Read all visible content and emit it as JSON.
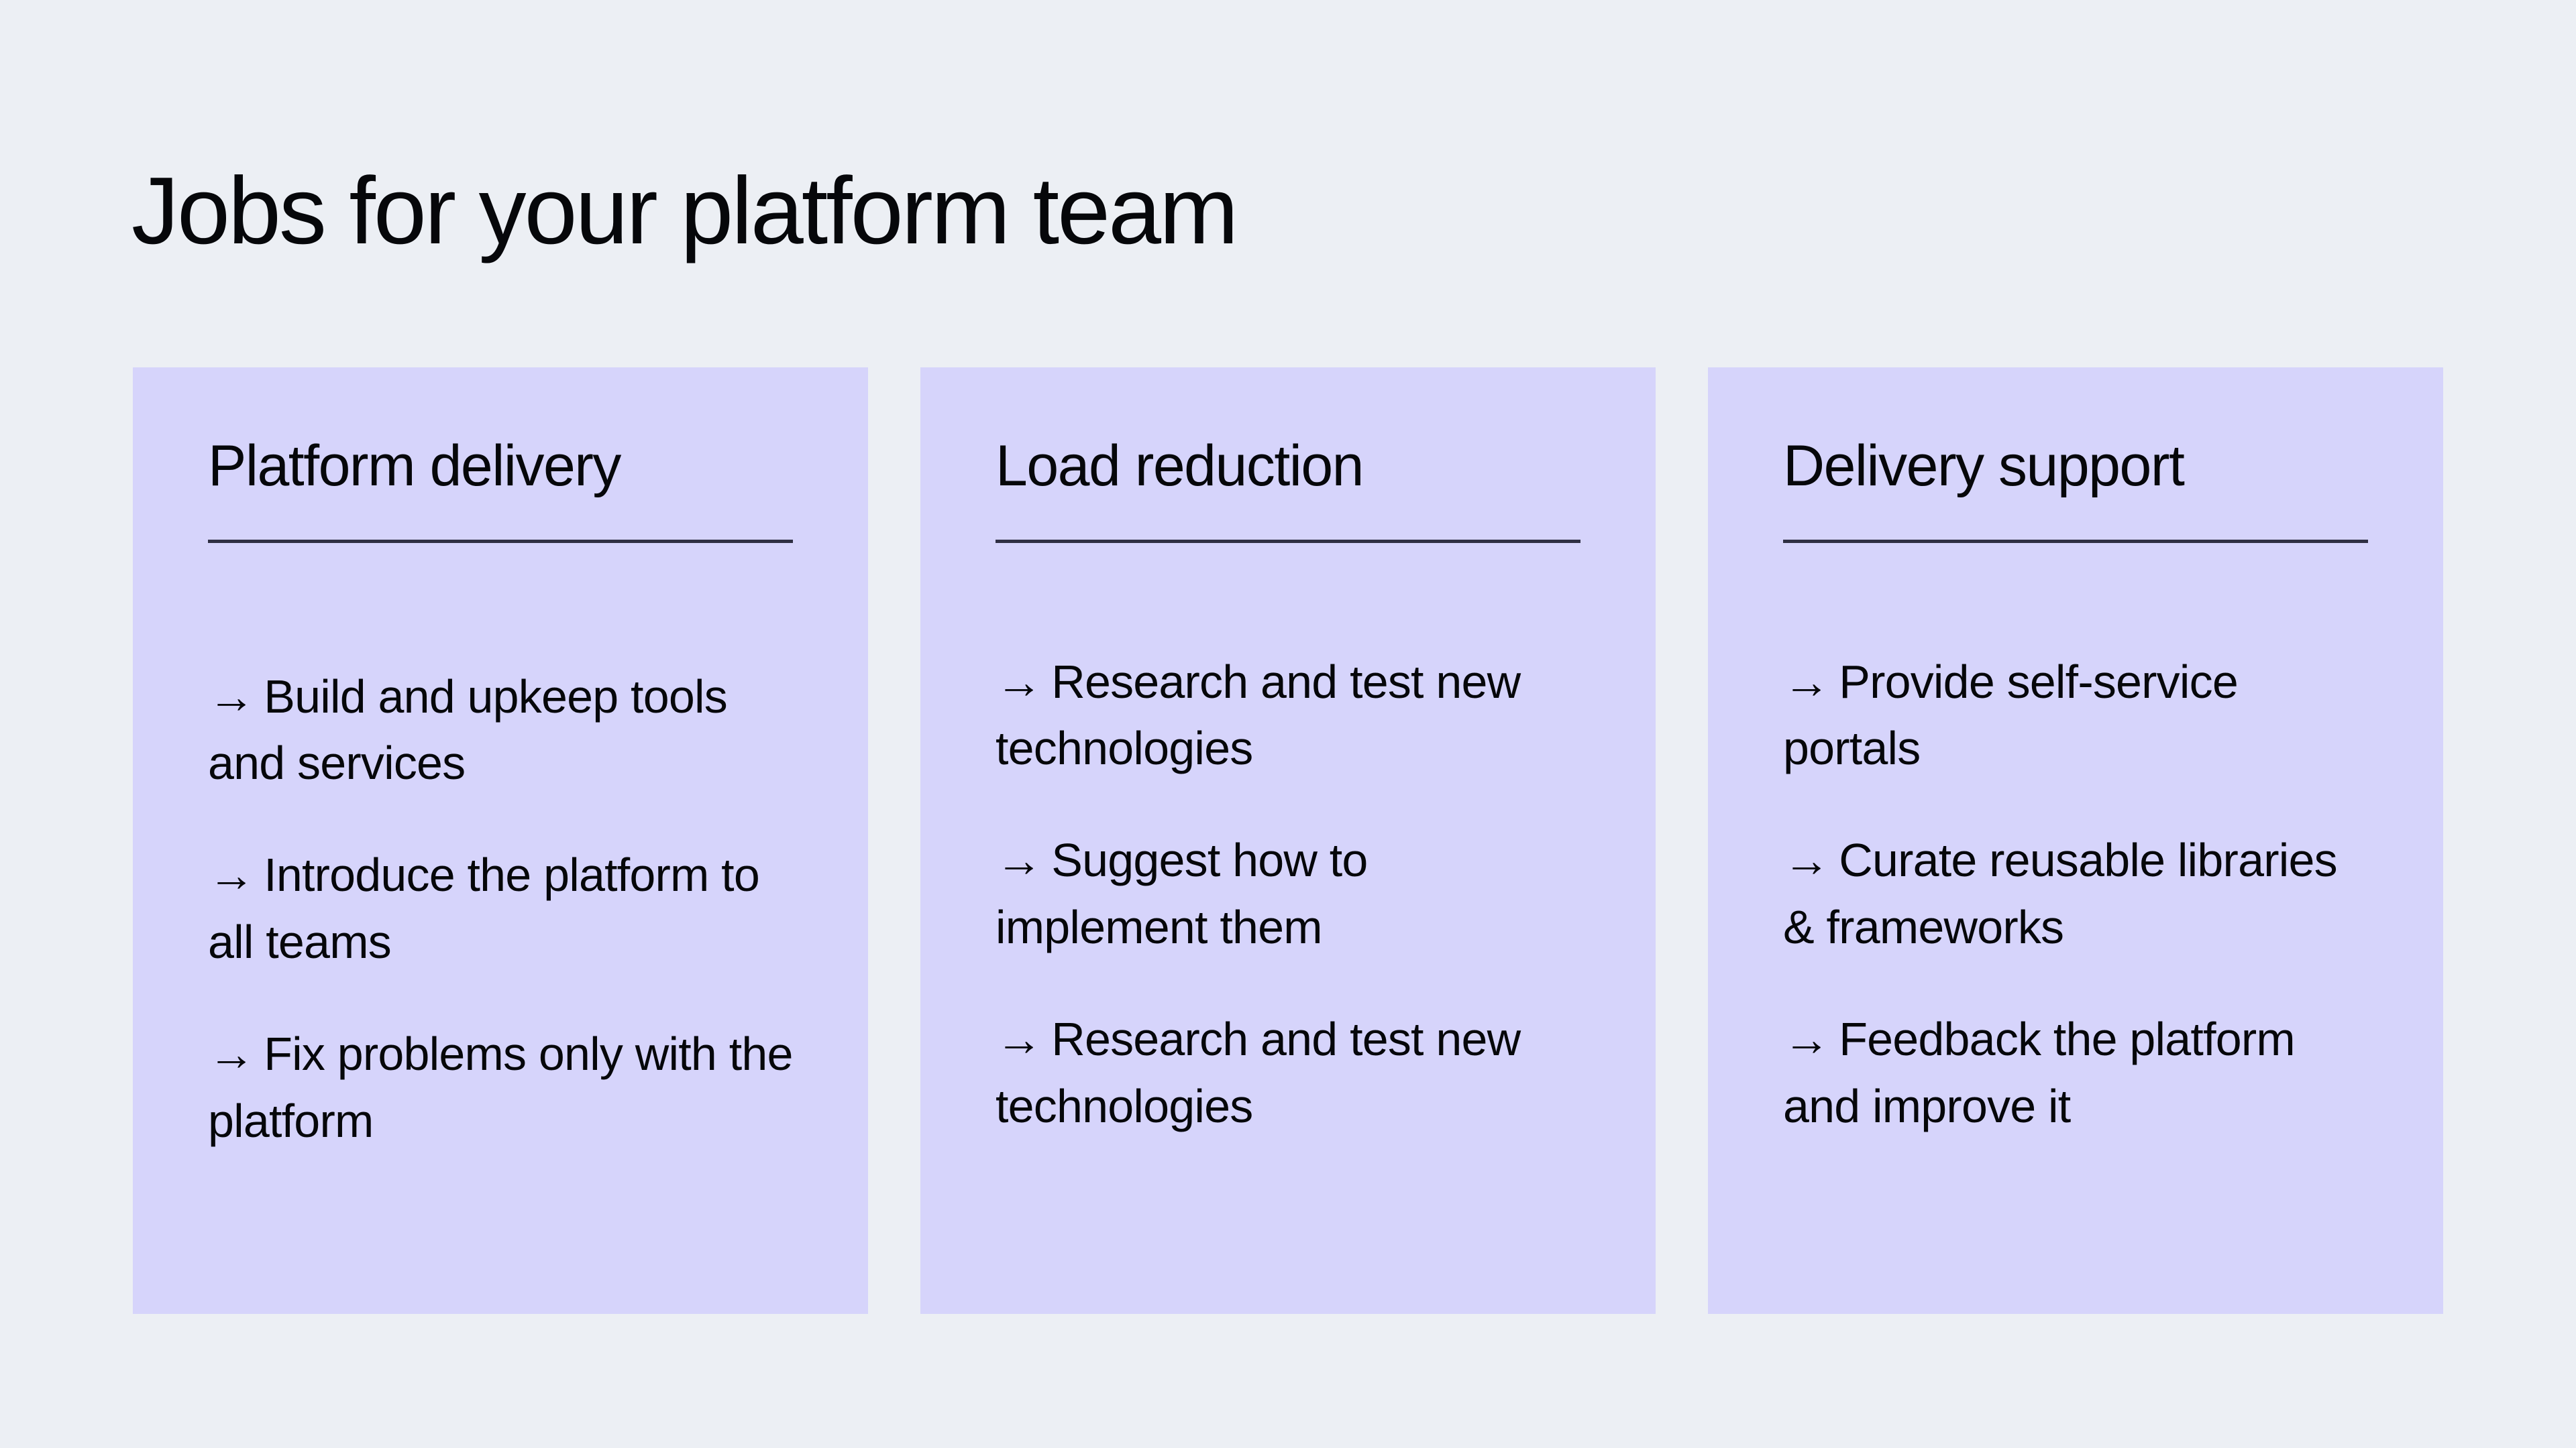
{
  "theme": {
    "page_background": "#eceff4",
    "card_background": "#d6d4fb",
    "text_color": "#06070a",
    "rule_color": "#2f2f43"
  },
  "header": {
    "title": "Jobs for your platform team"
  },
  "cards": [
    {
      "heading": "Platform delivery",
      "bullet_marker": "→",
      "items": [
        "Build and upkeep tools and services",
        "Introduce the platform to all teams",
        "Fix problems only with the platform"
      ]
    },
    {
      "heading": "Load reduction",
      "bullet_marker": "→",
      "items": [
        "Research and test new technologies",
        "Suggest how to implement them",
        "Research and test new technologies"
      ]
    },
    {
      "heading": "Delivery support",
      "bullet_marker": "→",
      "items": [
        "Provide self-service portals",
        "Curate reusable libraries & frameworks",
        "Feedback the platform and improve it"
      ]
    }
  ]
}
